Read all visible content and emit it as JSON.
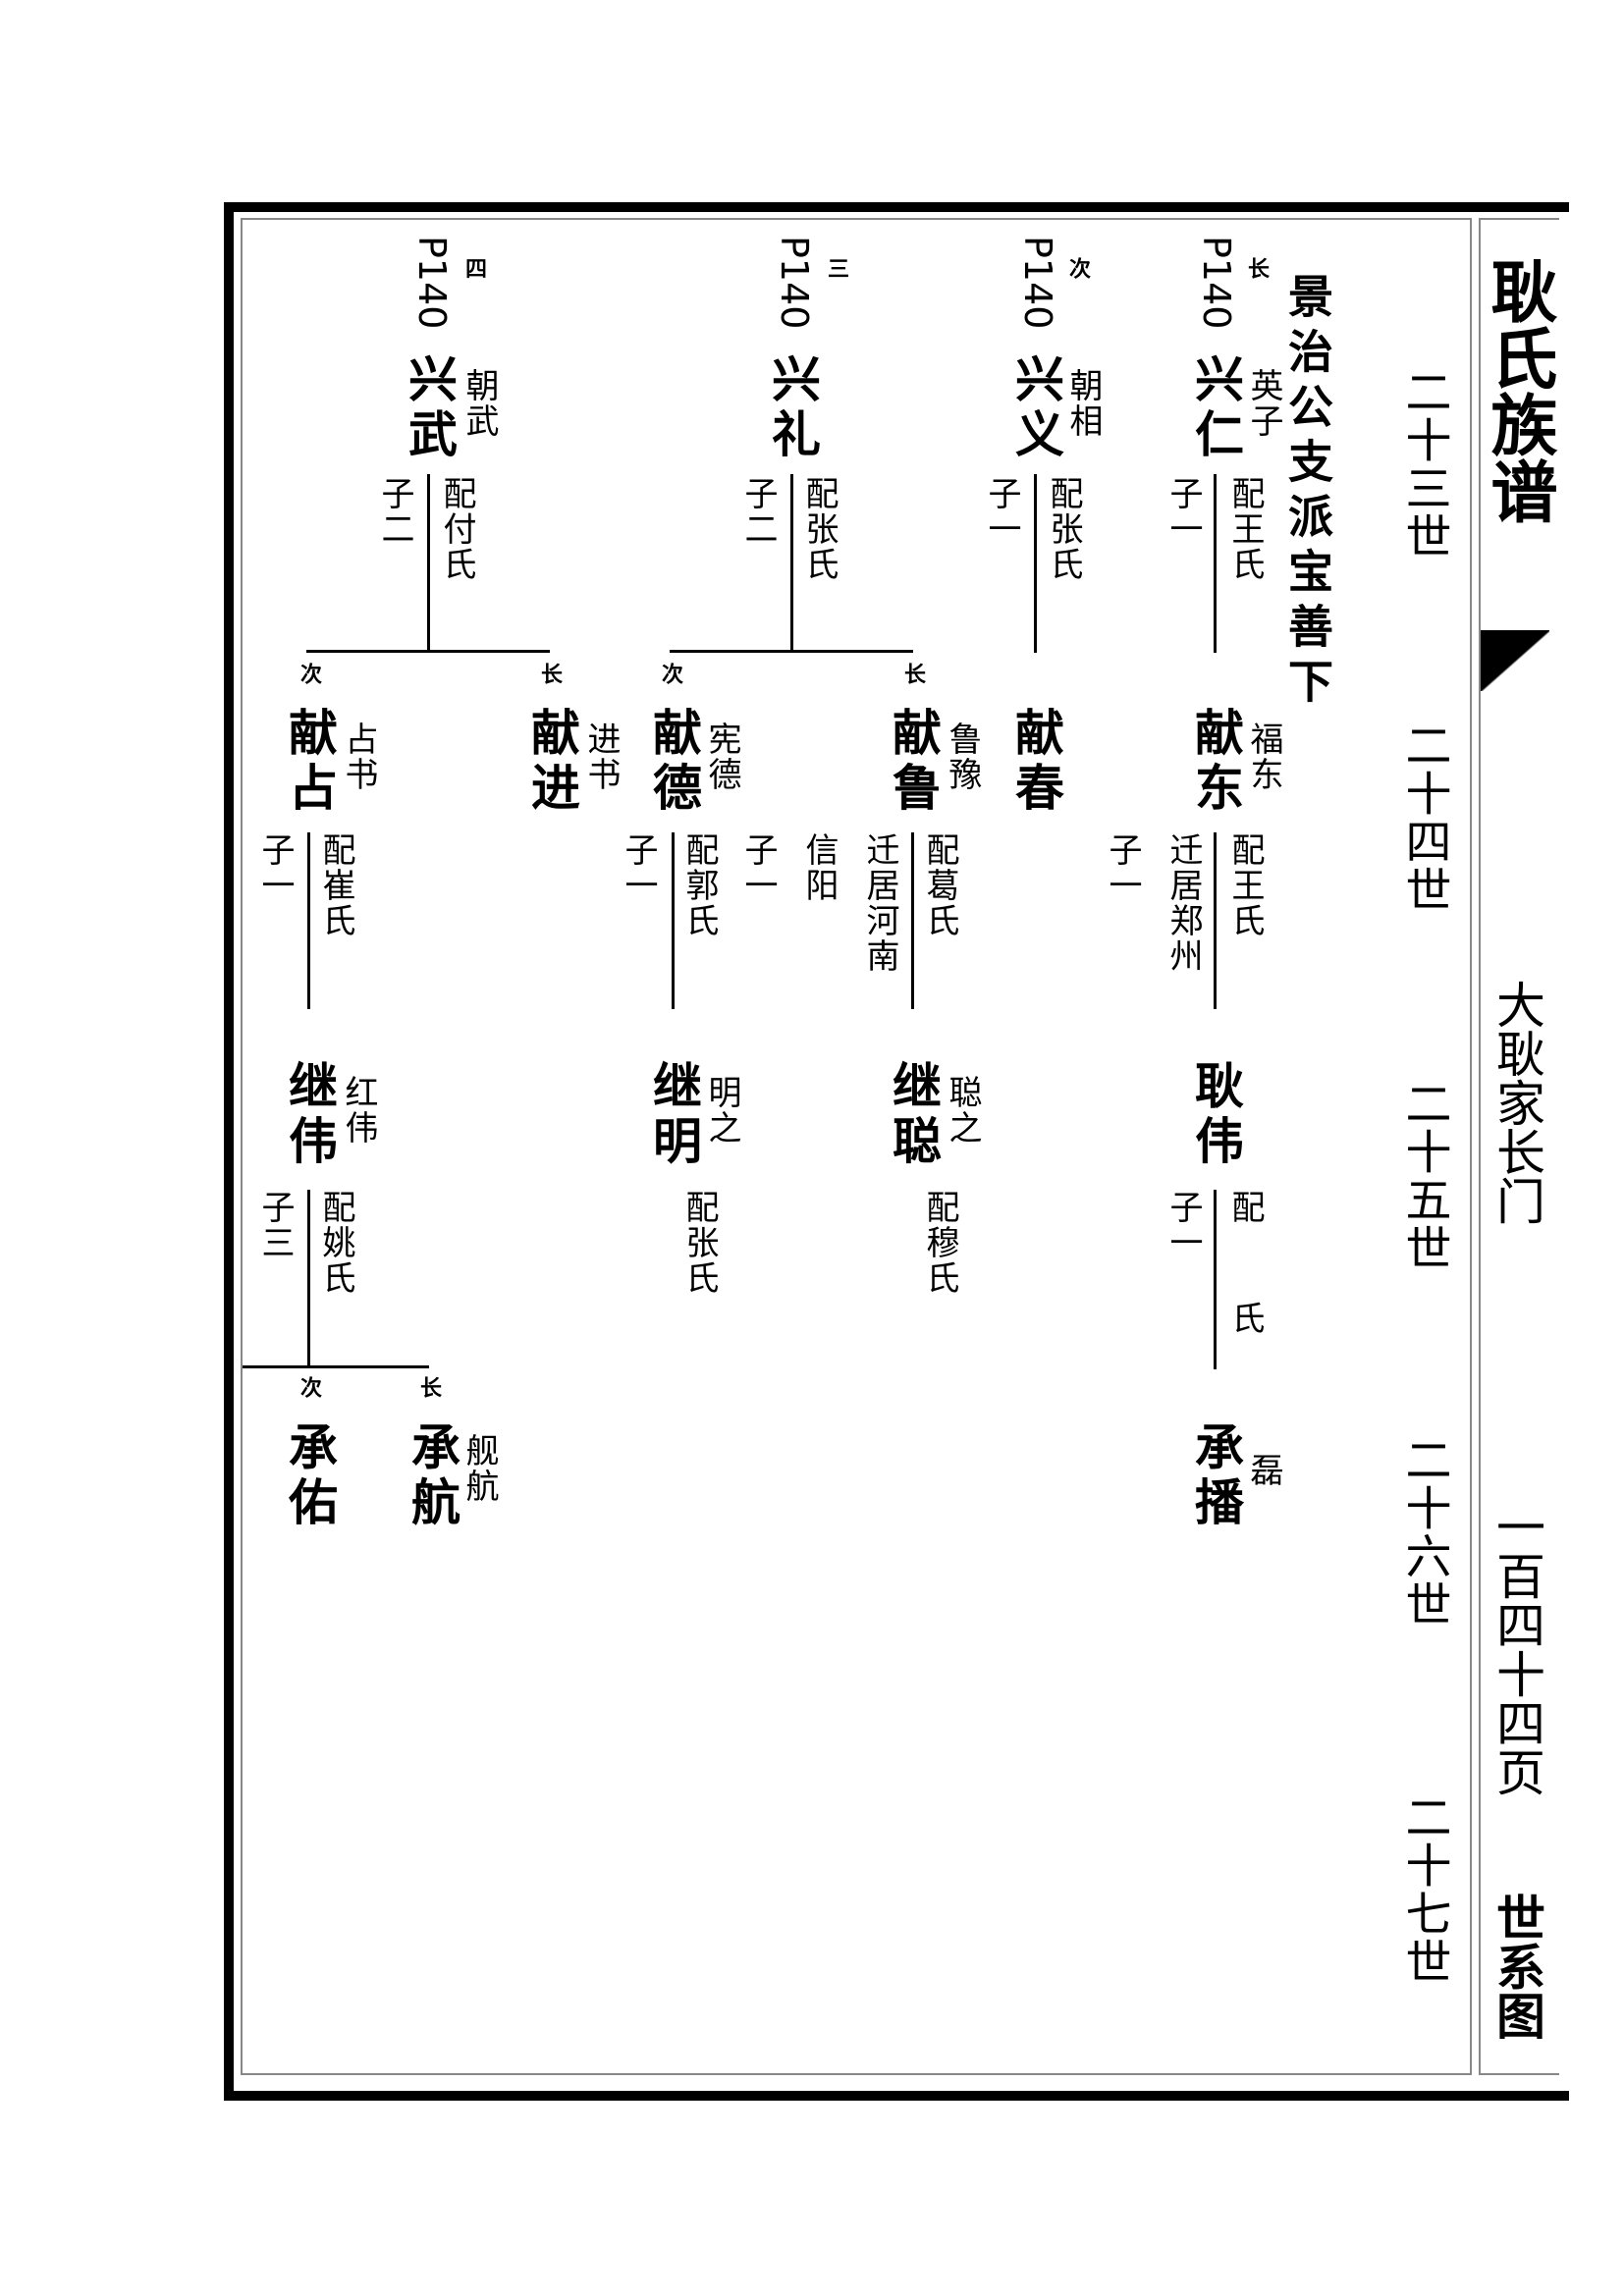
{
  "title": "耿氏族谱",
  "branch": "大耿家长门",
  "page": "一百四十四页",
  "section": "世系图",
  "heading": "景治公支派宝善下",
  "generations": [
    "二十三世",
    "二十四世",
    "二十五世",
    "二十六世",
    "二十七世"
  ],
  "ref": "P140",
  "ranks": {
    "eldest": "长",
    "second": "次",
    "third": "三",
    "fourth": "四"
  },
  "xingren": {
    "name": "兴仁",
    "courtesy": "英子",
    "spouse": "配王氏",
    "sons": "子一"
  },
  "xiandong": {
    "name": "献东",
    "courtesy": "福东",
    "spouse": "配王氏",
    "note": "迁居郑州",
    "sons": "子一"
  },
  "gengwei": {
    "name": "耿伟",
    "spouse_a": "配",
    "spouse_b": "氏",
    "sons": "子一"
  },
  "chengbo": {
    "name": "承播",
    "courtesy": "磊"
  },
  "xingyi": {
    "name": "兴义",
    "courtesy": "朝相",
    "spouse": "配张氏",
    "sons": "子一"
  },
  "xianchun": {
    "name": "献春"
  },
  "xingli": {
    "name": "兴礼",
    "spouse": "配张氏",
    "sons": "子二"
  },
  "xianlu": {
    "name": "献鲁",
    "courtesy": "鲁豫",
    "spouse": "配葛氏",
    "note": "迁居河南",
    "note2": "信阳",
    "sons": "子一"
  },
  "jicong": {
    "name": "继聪",
    "courtesy": "聪之",
    "spouse": "配穆氏"
  },
  "xiande": {
    "name": "献德",
    "courtesy": "宪德",
    "spouse": "配郭氏",
    "sons": "子一"
  },
  "jiming": {
    "name": "继明",
    "courtesy": "明之",
    "spouse": "配张氏"
  },
  "xingwu": {
    "name": "兴武",
    "courtesy": "朝武",
    "spouse": "配付氏",
    "sons": "子二"
  },
  "xianjin": {
    "name": "献进",
    "courtesy": "进书"
  },
  "xianzhan": {
    "name": "献占",
    "courtesy": "占书",
    "spouse": "配崔氏",
    "sons": "子一"
  },
  "jiwei": {
    "name": "继伟",
    "courtesy": "红伟",
    "spouse": "配姚氏",
    "sons": "子三"
  },
  "chenghang": {
    "name": "承航",
    "courtesy": "舰航"
  },
  "chengyou": {
    "name": "承佑"
  }
}
